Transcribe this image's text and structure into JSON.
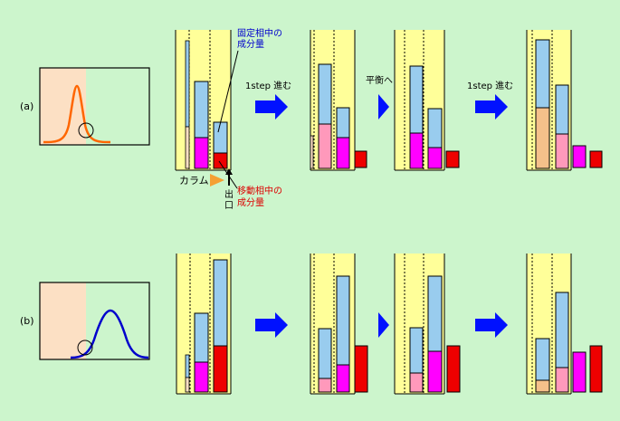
{
  "page": {
    "background": "#ccf5cc"
  },
  "colors": {
    "column_fill": "#ffff99",
    "plot_bg_left": "#fce0c4",
    "stationary": "#99ccee",
    "mobile_a": "#ff99bb",
    "mobile_b": "#ff00ff",
    "effluent": "#ee0000",
    "bottom_a": "#f5c08a",
    "arrow": "#0011ff",
    "peak_a": "#ff6600",
    "peak_b": "#0000cc",
    "label_blue": "#0000cc",
    "label_red": "#dd0000",
    "column_arrow": "#f5a033"
  },
  "rows": {
    "a": {
      "label": "(a)",
      "steps": [
        "1step 進む",
        "平衡へ",
        "1step 進む"
      ]
    },
    "b": {
      "label": "(b)",
      "steps": [
        "",
        "",
        ""
      ]
    }
  },
  "annotations": {
    "stationary_line1": "固定相中の",
    "stationary_line2": "成分量",
    "mobile_line1": "移動相中の",
    "mobile_line2": "成分量",
    "column_label": "カラム",
    "outlet_char1": "出",
    "outlet_char2": "口"
  }
}
